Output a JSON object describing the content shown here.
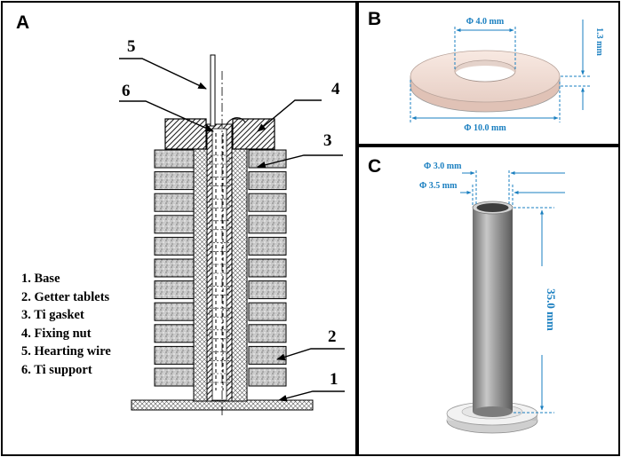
{
  "panels": {
    "a": {
      "letter": "A"
    },
    "b": {
      "letter": "B"
    },
    "c": {
      "letter": "C"
    }
  },
  "callouts": {
    "c1": "1",
    "c2": "2",
    "c3": "3",
    "c4": "4",
    "c5": "5",
    "c6": "6"
  },
  "legend": [
    "1. Base",
    "2. Getter tablets",
    "3. Ti gasket",
    "4. Fixing nut",
    "5. Hearting wire",
    "6. Ti support"
  ],
  "dimensions_b": {
    "inner_diameter": "Φ 4.0 mm",
    "outer_diameter": "Φ 10.0 mm",
    "thickness": "1.3 mm"
  },
  "dimensions_c": {
    "inner_diameter": "Φ 3.0 mm",
    "outer_diameter": "Φ 3.5 mm",
    "height": "35.0 mm"
  },
  "colors": {
    "dimension_blue": "#1a7fc0",
    "gasket_face": "#f7e6df",
    "tube_gray": "#8a8a8a"
  }
}
